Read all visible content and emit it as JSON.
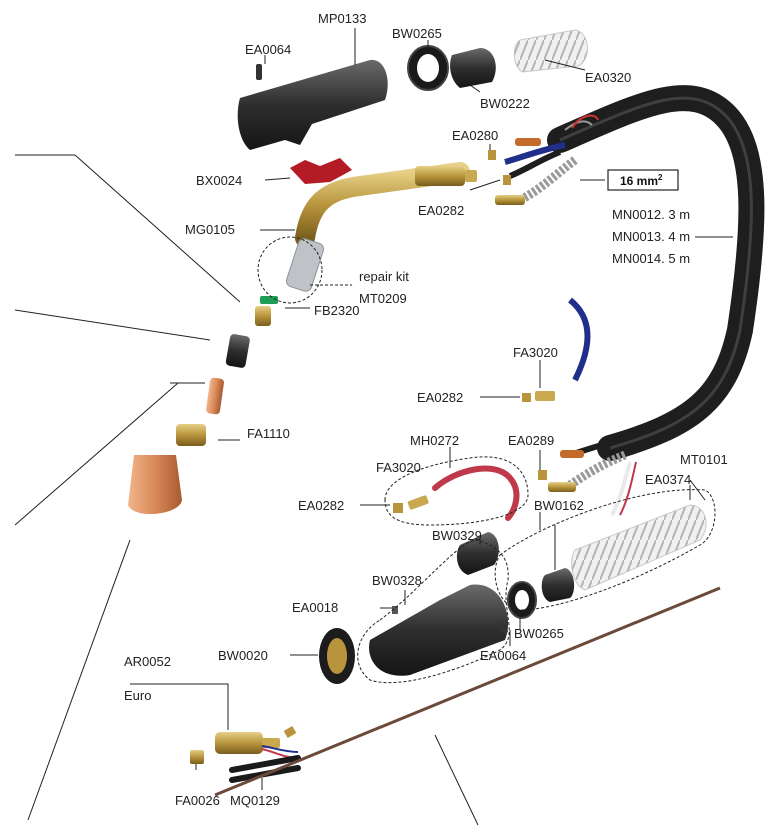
{
  "labels": {
    "mp0133": "MP0133",
    "bw0265_top": "BW0265",
    "ea0064_top": "EA0064",
    "ea0320": "EA0320",
    "bw0222": "BW0222",
    "ea0280": "EA0280",
    "bx0024": "BX0024",
    "ea0282_top": "EA0282",
    "section": "16 mm",
    "section_sup": "2",
    "mg0105": "MG0105",
    "mn0012": "MN0012. 3 m",
    "mn0013": "MN0013. 4 m",
    "mn0014": "MN0014. 5 m",
    "repair_kit": "repair kit",
    "mt0209": "MT0209",
    "fb2320": "FB2320",
    "fa3020_right": "FA3020",
    "ea0282_mid": "EA0282",
    "fa1110": "FA1110",
    "mh0272": "MH0272",
    "ea0289": "EA0289",
    "mt0101": "MT0101",
    "fa3020_left": "FA3020",
    "ea0374": "EA0374",
    "ea0282_left": "EA0282",
    "bw0329": "BW0329",
    "bw0162": "BW0162",
    "bw0328": "BW0328",
    "ea0018": "EA0018",
    "bw0265_bottom": "BW0265",
    "ea0064_bottom": "EA0064",
    "ar0052": "AR0052",
    "euro": "Euro",
    "bw0020": "BW0020",
    "fa0026": "FA0026",
    "mq0129": "MQ0129"
  },
  "colors": {
    "cable": "#1e1e1e",
    "handle": "#3a3a3a",
    "brass": "#b8953c",
    "copper": "#d98a5a",
    "blue_hose": "#1f2f8a",
    "red_liner": "#c0394a",
    "spring": "#d8d8d8"
  }
}
